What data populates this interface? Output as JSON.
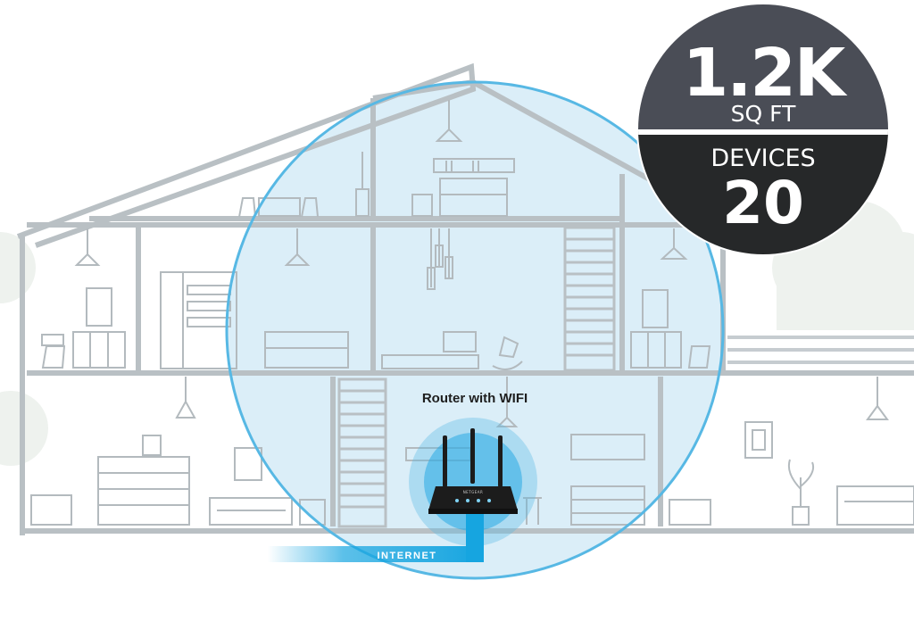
{
  "badge": {
    "area_value": "1.2K",
    "area_unit": "SQ FT",
    "devices_label": "DEVICES",
    "devices_value": "20"
  },
  "router": {
    "label": "Router with WIFI",
    "brand": "NETGEAR"
  },
  "cable": {
    "label": "INTERNET"
  },
  "colors": {
    "coverage": "#cfe8f5",
    "coverage_stroke": "#57b8e4",
    "cable": "#16a5e0",
    "badge_top": "#4a4d56",
    "badge_bottom": "#262829",
    "house_line": "#b9c0c4",
    "router_body": "#1c1c1c"
  }
}
